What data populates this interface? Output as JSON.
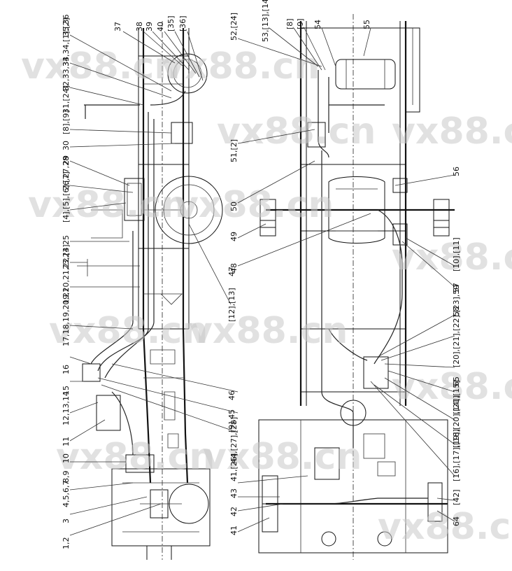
{
  "watermark": "vx88.cn",
  "left_callouts": [
    "37",
    "38",
    "39",
    "40",
    "[35]",
    "[36]",
    "35,36",
    "33,34,[1],[2]",
    "32,33,34",
    "31,[24]",
    "[8],[9]",
    "30",
    "29",
    "26,27,28",
    "[4],[5],[6],[7]",
    "25",
    "23,24",
    "19,20,21,22,[3]",
    "17,18,19,20,21",
    "16",
    "15",
    "12,13,14",
    "11",
    "10",
    "8,9",
    "4,5,6,7",
    "3",
    "1,2",
    "47",
    "[12],[13]",
    "[9],45",
    "46"
  ],
  "right_callouts": [
    "52,[24]",
    "53,[13],[14]",
    "[8]",
    "[9]",
    "54",
    "55",
    "51,[2]",
    "50",
    "49",
    "48",
    "56",
    "[10],[11]",
    "57",
    "58",
    "[20],[21],[22],[23],59",
    "65",
    "[14],[15]",
    "[19],[20],[21]",
    "[16],[17],[18]",
    "41,[26],[27],[28]",
    "43",
    "44",
    "42",
    "41",
    "[42]",
    "64"
  ]
}
